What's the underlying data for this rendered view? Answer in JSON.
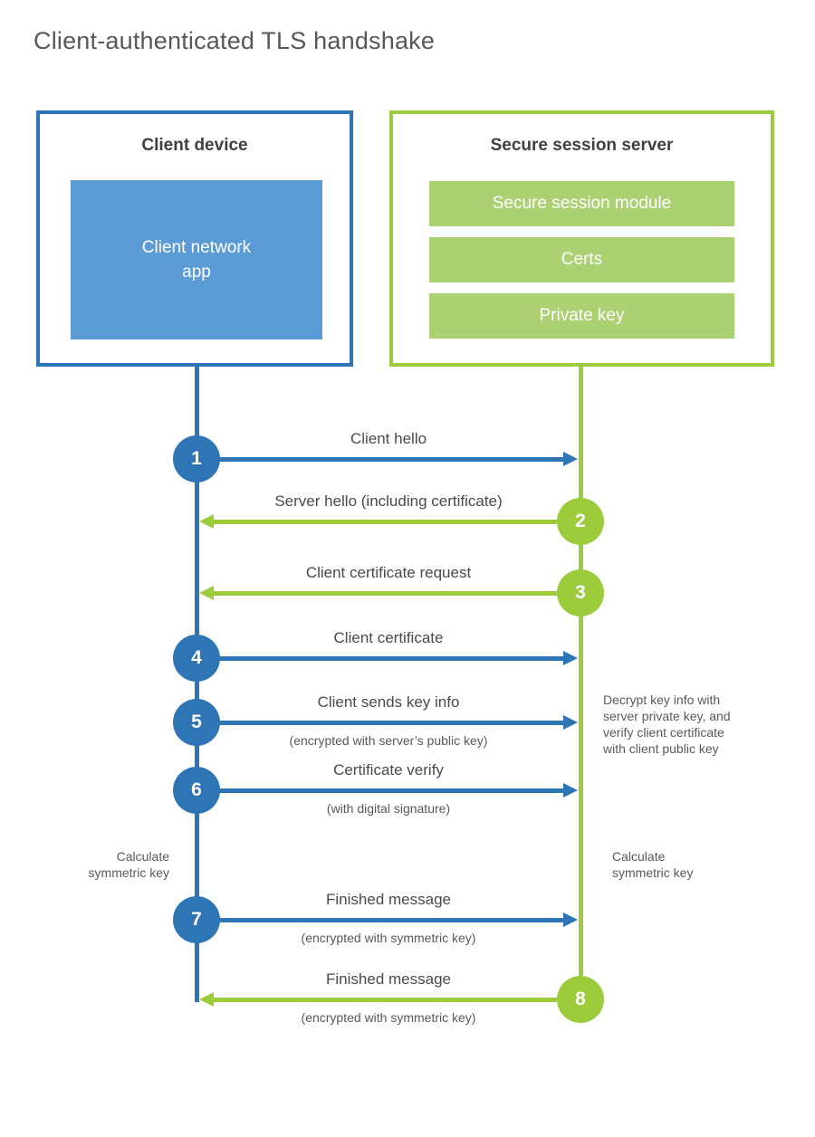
{
  "title": "Client-authenticated TLS handshake",
  "client_box": {
    "title": "Client device",
    "app_label": "Client network\napp"
  },
  "server_box": {
    "title": "Secure session server",
    "modules": [
      "Secure session module",
      "Certs",
      "Private key"
    ]
  },
  "steps": [
    {
      "num": "1",
      "label": "Client hello",
      "from": "client",
      "to": "server"
    },
    {
      "num": "2",
      "label": "Server hello (including certificate)",
      "from": "server",
      "to": "client"
    },
    {
      "num": "3",
      "label": "Client certificate request",
      "from": "server",
      "to": "client"
    },
    {
      "num": "4",
      "label": "Client certificate",
      "from": "client",
      "to": "server"
    },
    {
      "num": "5",
      "label": "Client sends key info",
      "sublabel": "(encrypted with server’s public key)",
      "from": "client",
      "to": "server"
    },
    {
      "num": "6",
      "label": "Certificate verify",
      "sublabel": "(with digital signature)",
      "from": "client",
      "to": "server"
    },
    {
      "num": "7",
      "label": "Finished message",
      "sublabel": "(encrypted with symmetric key)",
      "from": "client",
      "to": "server"
    },
    {
      "num": "8",
      "label": "Finished message",
      "sublabel": "(encrypted with symmetric key)",
      "from": "server",
      "to": "client"
    }
  ],
  "annotations": {
    "decrypt_note": "Decrypt key info with\nserver private key, and\nverify client certificate\nwith client public key",
    "calc_left": "Calculate\nsymmetric key",
    "calc_right": "Calculate\nsymmetric key"
  },
  "colors": {
    "blue_line": "#2e75b6",
    "blue_fill": "#5c9cd6",
    "green_line": "#9ccb3c",
    "green_fill": "#abd173",
    "title_color": "#57585a",
    "heading_color": "#3f3f3f",
    "label_color": "#4a4a4a",
    "note_color": "#595959"
  }
}
